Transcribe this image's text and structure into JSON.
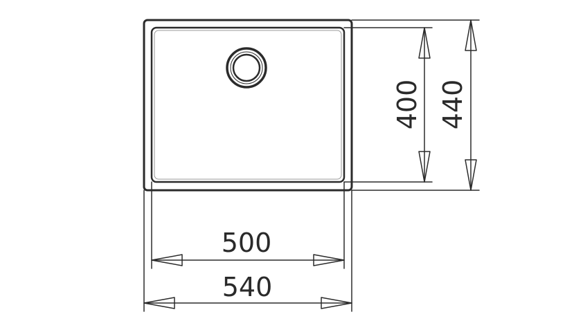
{
  "dimensions": {
    "inner_width": "500",
    "outer_width": "540",
    "inner_depth": "400",
    "outer_depth": "440"
  },
  "colors": {
    "line": "#2b2b2b",
    "background": "#ffffff"
  },
  "icons": {
    "drain": "drain-circle-icon"
  }
}
